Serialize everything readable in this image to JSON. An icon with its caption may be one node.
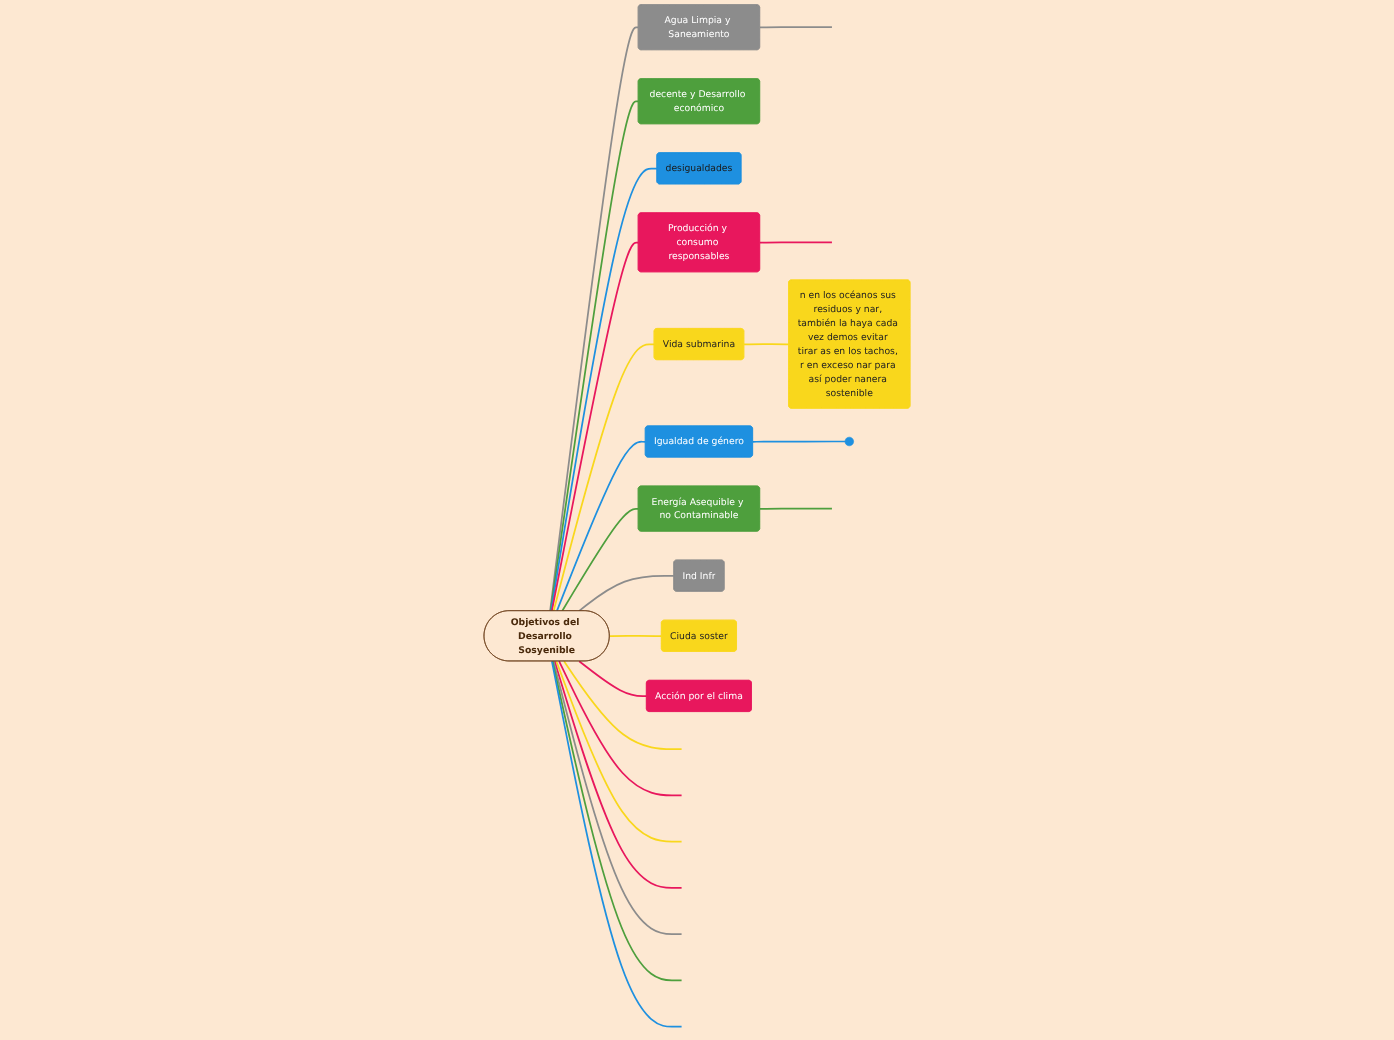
{
  "diagram": {
    "nodes": [
      {
        "text": [
          "Objetivos del Desarrollo Sosyenible"
        ]
      },
      {
        "text": [
          "Agua Limpia y Saneamiento"
        ]
      },
      {
        "text": [
          "decente y Desarrollo económico"
        ]
      },
      {
        "text": [
          "desigualdades"
        ]
      },
      {
        "text": [
          "Producción y consumo responsables"
        ]
      },
      {
        "text": [
          "Vida submarina"
        ]
      },
      {
        "text": [
          "n en los océanos sus residuos y nar, también la haya cada vez demos evitar tirar as en los tachos, r en exceso nar para así poder nanera sostenible"
        ]
      },
      {
        "text": [
          "Igualdad de género"
        ]
      },
      {
        "text": [],
        "shape": "circle"
      },
      {
        "text": [
          "Energía Asequible y no Contaminable"
        ]
      },
      {
        "text": [
          "Ind Infr"
        ]
      },
      {
        "text": [
          "Ciuda soster"
        ]
      },
      {
        "text": [
          "Acción por el clima"
        ]
      }
    ],
    "edges": [
      {
        "from": 0,
        "to": 1,
        "arrow": "none",
        "color": "#8c8c8c"
      },
      {
        "from": 0,
        "to": 2,
        "arrow": "none",
        "color": "#4e9f3d"
      },
      {
        "from": 0,
        "to": 3,
        "arrow": "none",
        "color": "#1e90e0"
      },
      {
        "from": 0,
        "to": 4,
        "arrow": "none",
        "color": "#e8175d"
      },
      {
        "from": 0,
        "to": 5,
        "arrow": "none",
        "color": "#f9d71c"
      },
      {
        "from": 5,
        "to": 6,
        "arrow": "none",
        "color": "#f9d71c"
      },
      {
        "from": 0,
        "to": 7,
        "arrow": "none",
        "color": "#1e90e0"
      },
      {
        "from": 7,
        "to": 8,
        "arrow": "none",
        "color": "#1e90e0"
      },
      {
        "from": 0,
        "to": 9,
        "arrow": "none",
        "color": "#4e9f3d"
      },
      {
        "from": 0,
        "to": 10,
        "arrow": "none",
        "color": "#8c8c8c"
      },
      {
        "from": 0,
        "to": 11,
        "arrow": "none",
        "color": "#f9d71c"
      },
      {
        "from": 0,
        "to": 12,
        "arrow": "none",
        "color": "#e8175d"
      },
      {
        "from": 1,
        "to": null,
        "arrow": "none",
        "color": "#8c8c8c"
      },
      {
        "from": 4,
        "to": null,
        "arrow": "none",
        "color": "#e8175d"
      },
      {
        "from": 9,
        "to": null,
        "arrow": "none",
        "color": "#4e9f3d"
      },
      {
        "from": 0,
        "to": null,
        "arrow": "none",
        "color": "#f9d71c"
      },
      {
        "from": 0,
        "to": null,
        "arrow": "none",
        "color": "#e8175d"
      },
      {
        "from": 0,
        "to": null,
        "arrow": "none",
        "color": "#f9d71c"
      },
      {
        "from": 0,
        "to": null,
        "arrow": "none",
        "color": "#e8175d"
      },
      {
        "from": 0,
        "to": null,
        "arrow": "none",
        "color": "#8c8c8c"
      },
      {
        "from": 0,
        "to": null,
        "arrow": "none",
        "color": "#4e9f3d"
      },
      {
        "from": 0,
        "to": null,
        "arrow": "none",
        "color": "#1e90e0"
      }
    ]
  }
}
